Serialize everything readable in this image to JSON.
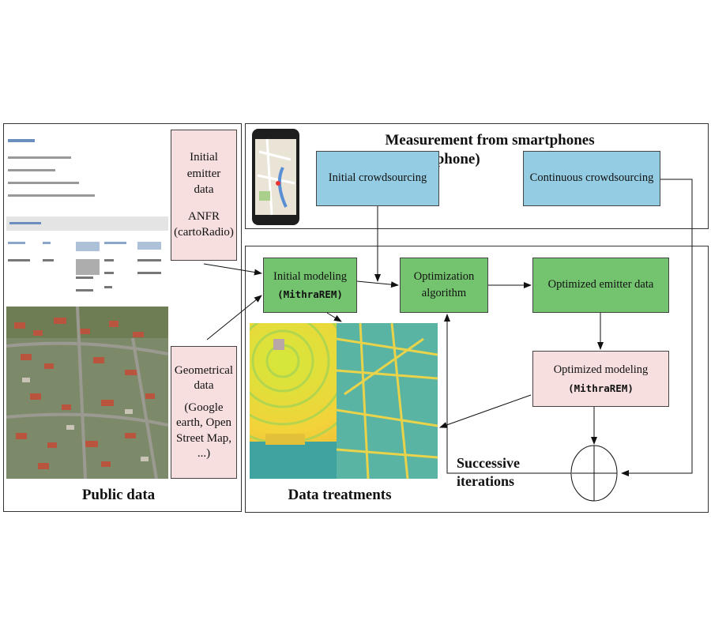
{
  "panels": {
    "public_data": "Public data",
    "data_treatments": "Data treatments",
    "measurement_line1": "Measurement from smartphones",
    "measurement_line2": "(Vigiphone)"
  },
  "boxes": {
    "initial_emitter": {
      "l1": "Initial",
      "l2": "emitter",
      "l3": "data",
      "l4": "ANFR",
      "l5": "(cartoRadio)"
    },
    "geometrical": {
      "l1": "Geometrical",
      "l2": "data",
      "l3": "(Google",
      "l4": "earth, Open",
      "l5": "Street Map,",
      "l6": "...)"
    },
    "initial_crowdsourcing": "Initial crowdsourcing",
    "continuous_crowdsourcing": "Continuous crowdsourcing",
    "initial_modeling": {
      "l1": "Initial modeling",
      "l2": "(MithraREM)"
    },
    "optimization": {
      "l1": "Optimization",
      "l2": "algorithm"
    },
    "optimized_emitter": "Optimized emitter data",
    "optimized_modeling": {
      "l1": "Optimized modeling",
      "l2": "(MithraREM)"
    }
  },
  "successive": {
    "l1": "Successive",
    "l2": "iterations"
  },
  "colors": {
    "blue": "#94cde3",
    "green": "#74c46f",
    "pink": "#f7dfe0"
  }
}
